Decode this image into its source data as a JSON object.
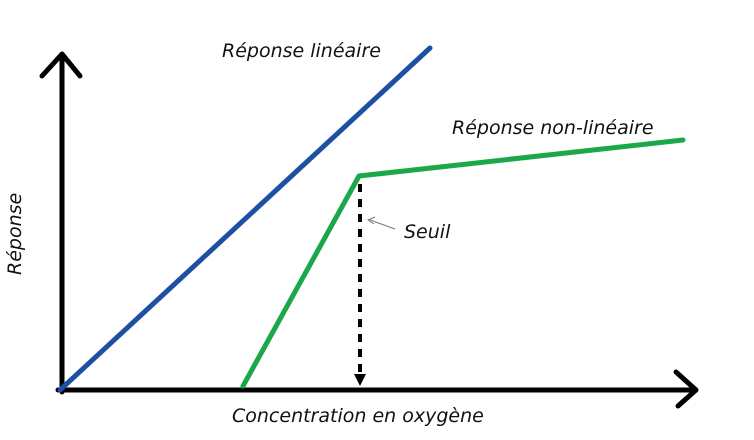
{
  "labels": {
    "linear": "Réponse linéaire",
    "nonlinear": "Réponse non-linéaire",
    "threshold": "Seuil",
    "y_axis": "Réponse",
    "x_axis": "Concentration en oxygène"
  },
  "colors": {
    "linear": "#1f4fa2",
    "nonlinear": "#1ca84a",
    "axis": "#000000"
  }
}
